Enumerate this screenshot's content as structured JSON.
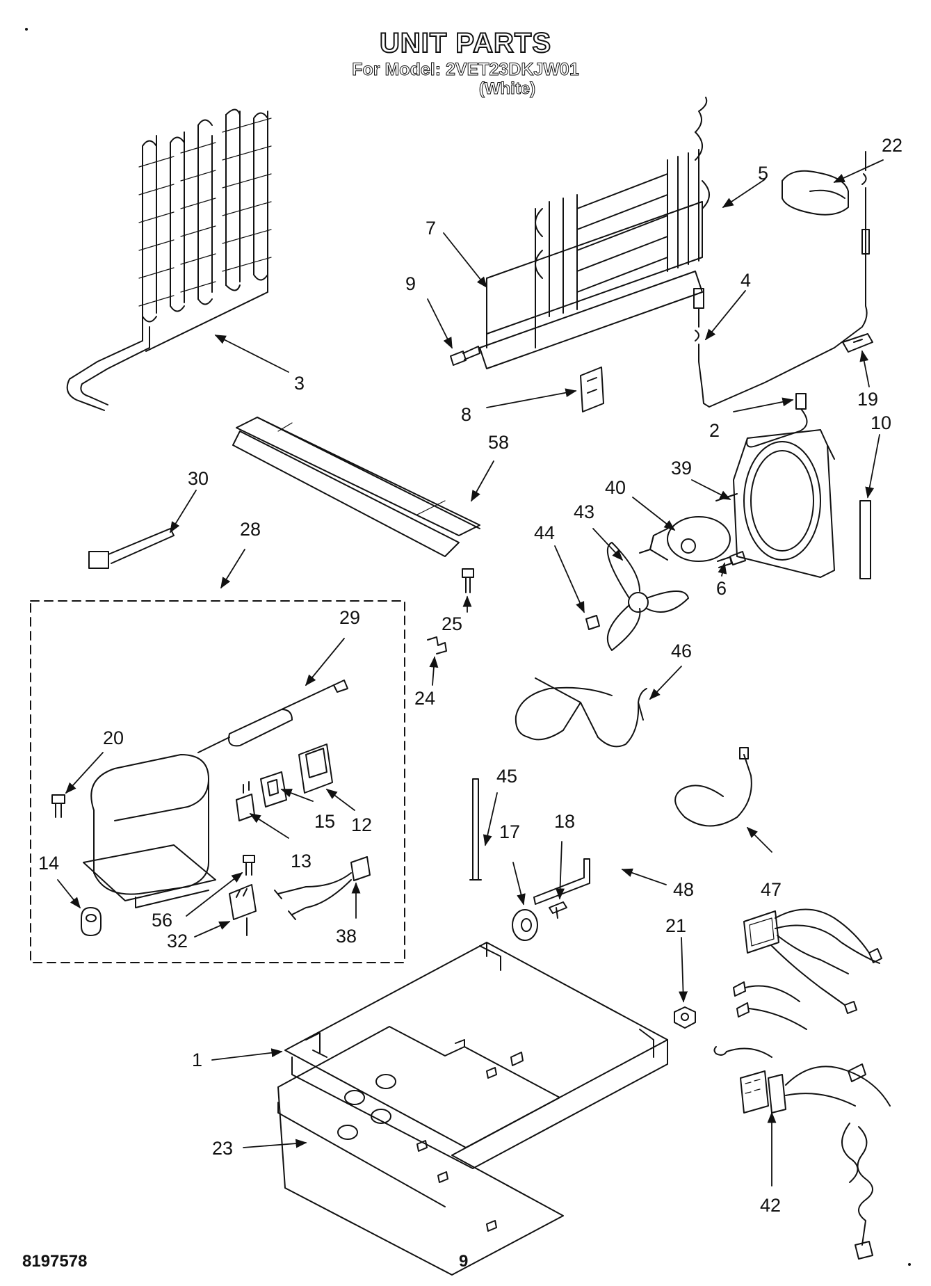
{
  "header": {
    "title": "UNIT PARTS",
    "model_line": "For Model: 2VET23DKJW01",
    "finish": "(White)"
  },
  "footer": {
    "document_number": "8197578",
    "page_number": "9"
  },
  "callouts": [
    "3",
    "7",
    "9",
    "5",
    "22",
    "4",
    "8",
    "19",
    "2",
    "10",
    "30",
    "58",
    "39",
    "40",
    "43",
    "44",
    "6",
    "28",
    "25",
    "29",
    "24",
    "46",
    "20",
    "15",
    "12",
    "13",
    "45",
    "18",
    "17",
    "14",
    "56",
    "32",
    "38",
    "48",
    "47",
    "21",
    "1",
    "23",
    "42"
  ],
  "colors": {
    "ink": "#111111",
    "paper": "#ffffff"
  }
}
